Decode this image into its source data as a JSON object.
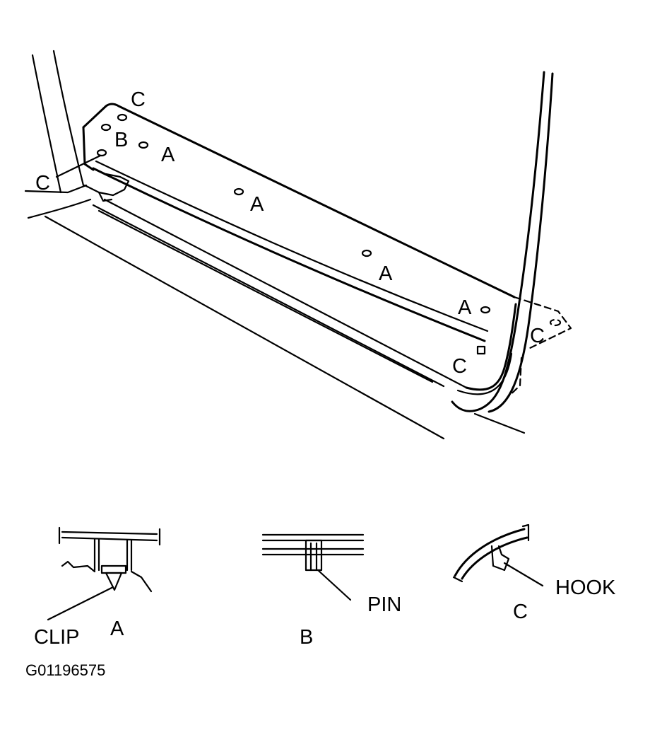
{
  "main_view": {
    "callouts": {
      "c_top": "C",
      "b_left": "B",
      "a_1": "A",
      "c_left": "C",
      "a_2": "A",
      "a_3": "A",
      "a_4": "A",
      "c_right_inner": "C",
      "c_right_outer": "C"
    }
  },
  "details": {
    "clip": {
      "pointer_label": "CLIP",
      "caption": "A"
    },
    "pin": {
      "pointer_label": "PIN",
      "caption": "B"
    },
    "hook": {
      "pointer_label": "HOOK",
      "caption": "C"
    }
  },
  "figure_code": "G01196575"
}
